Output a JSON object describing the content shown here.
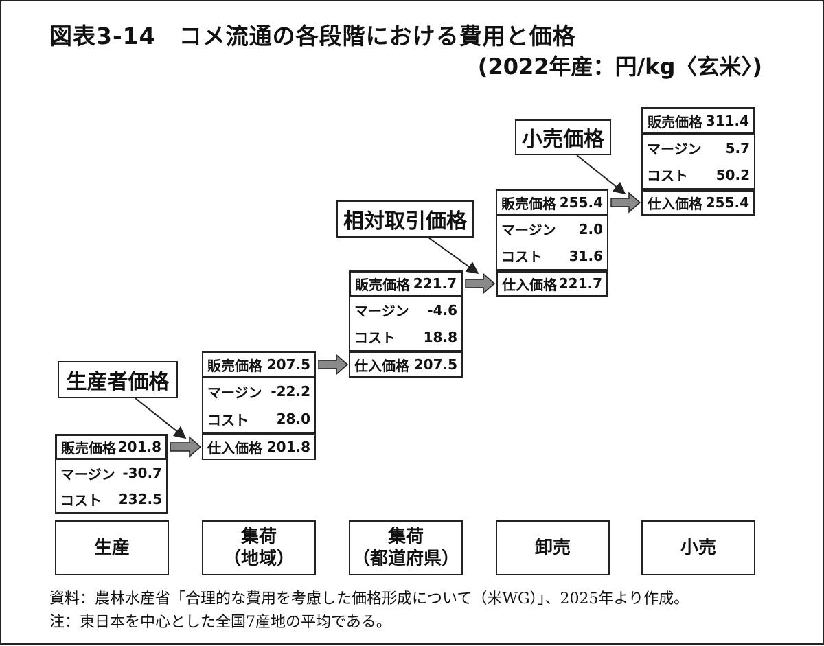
{
  "title": "図表3-14　コメ流通の各段階における費用と価格",
  "subtitle": "(2022年産：円/kg〈玄米〉)",
  "callouts": {
    "producer": "生産者価格",
    "relative": "相対取引価格",
    "retail": "小売価格"
  },
  "stages": {
    "production": {
      "line1": "生産",
      "line2": ""
    },
    "collect_region": {
      "line1": "集荷",
      "line2": "（地域）"
    },
    "collect_pref": {
      "line1": "集荷",
      "line2": "（都道府県）"
    },
    "wholesale": {
      "line1": "卸売",
      "line2": ""
    },
    "retail": {
      "line1": "小売",
      "line2": ""
    }
  },
  "labels": {
    "sell": "販売価格",
    "buy": "仕入価格",
    "margin": "マージン",
    "cost": "コスト"
  },
  "values": {
    "production": {
      "sell": "201.8",
      "margin": "-30.7",
      "cost": "232.5"
    },
    "collect_region": {
      "buy": "201.8",
      "sell": "207.5",
      "margin": "-22.2",
      "cost": "28.0"
    },
    "collect_pref": {
      "buy": "207.5",
      "sell": "221.7",
      "margin": "-4.6",
      "cost": "18.8"
    },
    "wholesale": {
      "buy": "221.7",
      "sell": "255.4",
      "margin": "2.0",
      "cost": "31.6"
    },
    "retail": {
      "buy": "255.4",
      "sell": "311.4",
      "margin": "5.7",
      "cost": "50.2"
    }
  },
  "footnotes": {
    "source": "資料：農林水産省「合理的な費用を考慮した価格形成について（米WG）」、2025年より作成。",
    "note": "注：東日本を中心とした全国7産地の平均である。"
  },
  "colors": {
    "line": "#222222",
    "arrow_fill": "#8a8a8a"
  }
}
